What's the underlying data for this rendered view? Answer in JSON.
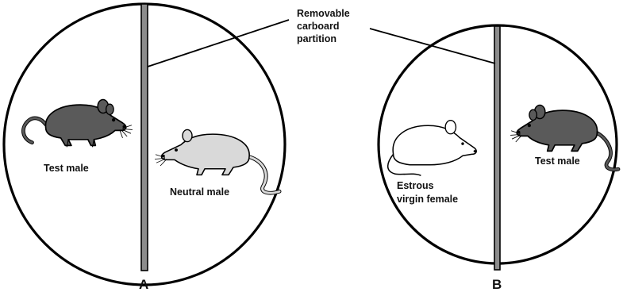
{
  "callout": {
    "line1": "Removable",
    "line2": "carboard",
    "line3": "partition"
  },
  "panel_a": {
    "letter": "A",
    "left_label": "Test male",
    "right_label": "Neutral male"
  },
  "panel_b": {
    "letter": "B",
    "left_label_line1": "Estrous",
    "left_label_line2": "virgin female",
    "right_label": "Test male"
  },
  "colors": {
    "outline": "#000000",
    "partition_fill": "#8c8c8c",
    "test_male_fill": "#5a5a5a",
    "neutral_male_fill": "#d9d9d9",
    "female_fill": "#ffffff"
  },
  "icons": [
    "dark-mouse-icon",
    "light-rat-icon",
    "white-mouse-icon"
  ]
}
